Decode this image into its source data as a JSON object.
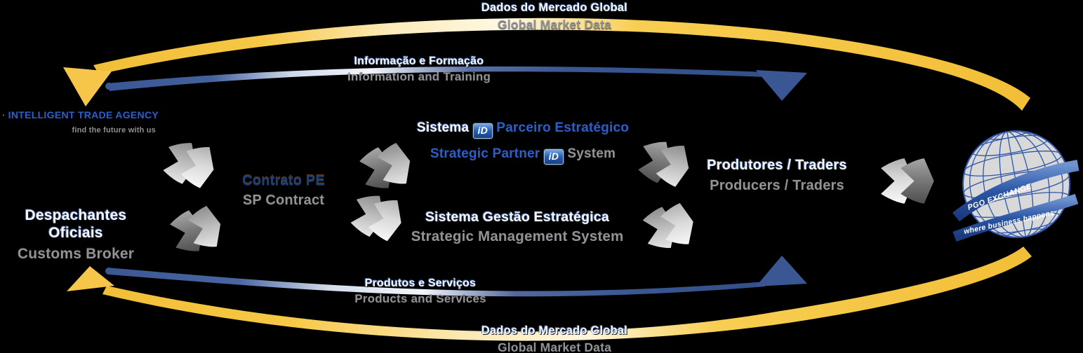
{
  "colors": {
    "background": "#000000",
    "yellow_arc": "#F6C64A",
    "blue_arc": "#3A5794",
    "blue_text": "#2C5EC8",
    "navy_text": "#1E3F70",
    "gray_text": "#919296",
    "white_text": "#F6F7FB"
  },
  "arcs": {
    "top_outer": {
      "line1": "Dados do Mercado Global",
      "line2": "Global Market Data"
    },
    "top_inner": {
      "line1": "Informação e Formação",
      "line2": "Information and Training"
    },
    "bottom_inner": {
      "line1": "Produtos e Serviços",
      "line2": "Products and Services"
    },
    "bottom_outer": {
      "line1": "Dados do Mercado Global",
      "line2": "Global Market Data"
    }
  },
  "logo": {
    "name": "INTELLIGENT TRADE AGENCY",
    "tagline": "find the future with us"
  },
  "nodes": {
    "customs_broker": {
      "pt": "Despachantes Oficiais",
      "en": "Customs Broker"
    },
    "sp_contract": {
      "pt": "Contrato PE",
      "en": "SP Contract"
    },
    "sp_system": {
      "pt_pre": "Sistema",
      "badge": "iD",
      "pt_post": "Parceiro Estratégico",
      "en_pre": "Strategic Partner",
      "en_post": "System"
    },
    "management_system": {
      "pt": "Sistema Gestão Estratégica",
      "en": "Strategic Management System"
    },
    "producers": {
      "pt": "Produtores / Traders",
      "en": "Producers / Traders"
    },
    "globe": {
      "band1": "PGO EXCHANGE",
      "band2": "where business happens"
    }
  }
}
